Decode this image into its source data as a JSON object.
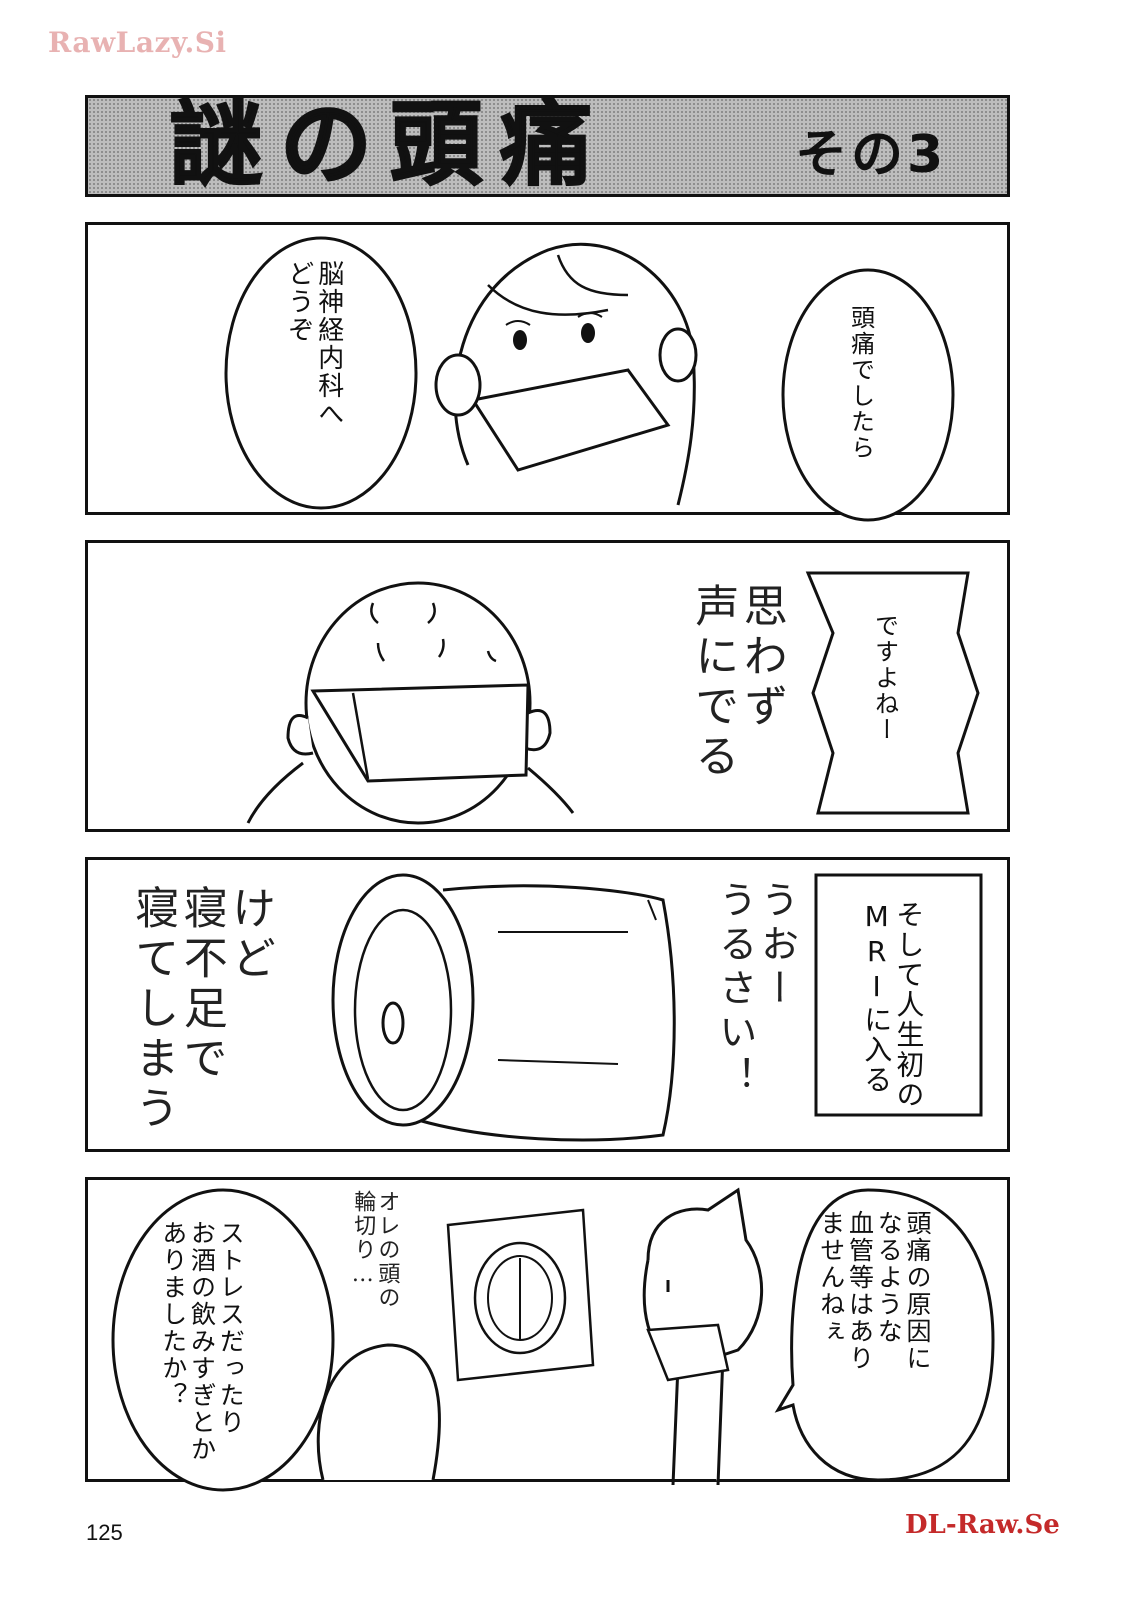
{
  "watermarks": {
    "top": "RawLazy.Si",
    "bottom": "DL-Raw.Se"
  },
  "title": {
    "main": "謎の頭痛",
    "sub": "その3"
  },
  "panels": [
    {
      "bubble_left": "脳神経内科へ\nどうぞ",
      "bubble_right": "頭痛でしたら"
    },
    {
      "caption": "ですよねー",
      "handwritten": "思わず\n声にでる"
    },
    {
      "box": "そして人生初の\nMRIに入る",
      "handwritten_right": "うおー\nうるさい！",
      "handwritten_left": "けど\n寝不足で\n寝てしまう"
    },
    {
      "bubble_right": "頭痛の原因に\nなるような\n血管等はあり\nませんねぇ",
      "bubble_left": "ストレスだったり\nお酒の飲みすぎとか\nありましたか？",
      "handwritten": "オレの頭の\n輪切り…"
    }
  ],
  "page_number": "125"
}
